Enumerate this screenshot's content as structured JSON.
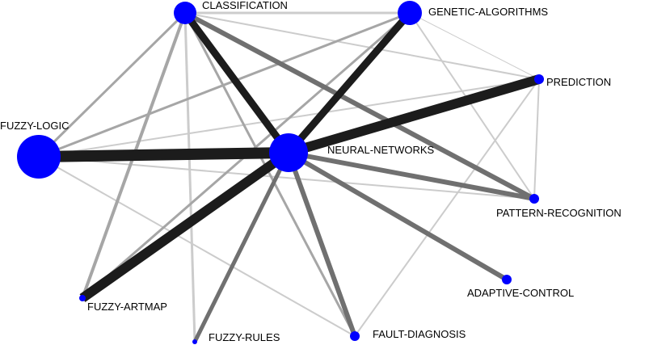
{
  "colors": {
    "node": "#0000ff",
    "edge_strong": "#1c1c1c",
    "edge_medium": "#707070",
    "edge_light": "#a6a6a6",
    "edge_faint": "#cccccc",
    "background": "#ffffff"
  },
  "nodes": [
    {
      "id": "classification",
      "label": "CLASSIFICATION"
    },
    {
      "id": "genetic-algorithms",
      "label": "GENETIC-ALGORITHMS"
    },
    {
      "id": "prediction",
      "label": "PREDICTION"
    },
    {
      "id": "fuzzy-logic",
      "label": "FUZZY-LOGIC"
    },
    {
      "id": "neural-networks",
      "label": "NEURAL-NETWORKS"
    },
    {
      "id": "pattern-recognition",
      "label": "PATTERN-RECOGNITION"
    },
    {
      "id": "adaptive-control",
      "label": "ADAPTIVE-CONTROL"
    },
    {
      "id": "fuzzy-artmap",
      "label": "FUZZY-ARTMAP"
    },
    {
      "id": "fuzzy-rules",
      "label": "FUZZY-RULES"
    },
    {
      "id": "fault-diagnosis",
      "label": "FAULT-DIAGNOSIS"
    }
  ],
  "edges": [
    {
      "from": "neural-networks",
      "to": "fuzzy-logic"
    },
    {
      "from": "neural-networks",
      "to": "fuzzy-artmap"
    },
    {
      "from": "neural-networks",
      "to": "prediction"
    },
    {
      "from": "neural-networks",
      "to": "genetic-algorithms"
    },
    {
      "from": "neural-networks",
      "to": "classification"
    },
    {
      "from": "neural-networks",
      "to": "pattern-recognition"
    },
    {
      "from": "neural-networks",
      "to": "adaptive-control"
    },
    {
      "from": "neural-networks",
      "to": "fault-diagnosis"
    },
    {
      "from": "neural-networks",
      "to": "fuzzy-rules"
    },
    {
      "from": "classification",
      "to": "pattern-recognition"
    },
    {
      "from": "classification",
      "to": "fuzzy-artmap"
    },
    {
      "from": "classification",
      "to": "fuzzy-logic"
    },
    {
      "from": "classification",
      "to": "genetic-algorithms"
    },
    {
      "from": "classification",
      "to": "fuzzy-rules"
    },
    {
      "from": "classification",
      "to": "fault-diagnosis"
    },
    {
      "from": "classification",
      "to": "prediction"
    },
    {
      "from": "genetic-algorithms",
      "to": "fuzzy-logic"
    },
    {
      "from": "genetic-algorithms",
      "to": "fuzzy-artmap"
    },
    {
      "from": "genetic-algorithms",
      "to": "pattern-recognition"
    },
    {
      "from": "genetic-algorithms",
      "to": "prediction"
    },
    {
      "from": "fuzzy-logic",
      "to": "prediction"
    },
    {
      "from": "fuzzy-logic",
      "to": "pattern-recognition"
    },
    {
      "from": "fuzzy-logic",
      "to": "fault-diagnosis"
    },
    {
      "from": "prediction",
      "to": "fault-diagnosis"
    },
    {
      "from": "prediction",
      "to": "pattern-recognition"
    }
  ]
}
